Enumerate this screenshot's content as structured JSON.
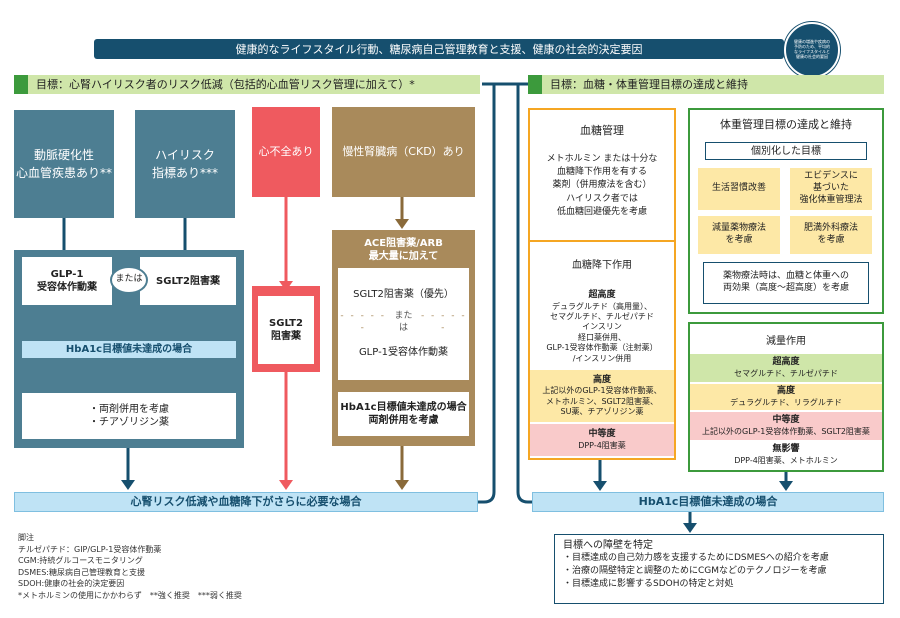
{
  "top_banner": "健康的なライフスタイル行動、糖尿病自己管理教育と支援、健康の社会的決定要因",
  "logo_text": "健康の増進や疾病の予防のため、平均的なライフスタイルと健康の社会的要因",
  "goal_left": "目標：心腎ハイリスク者のリスク低減（包括的心血管リスク管理に加えて）*",
  "goal_right": "目標：血糖・体重管理目標の達成と維持",
  "ascvd": "動脈硬化性\n心血管疾患あり**",
  "highrisk": "ハイリスク\n指標あり***",
  "hf": "心不全あり",
  "ckd": "慢性腎臓病（CKD）あり",
  "glp1": "GLP-1\n受容体作動薬",
  "or1": "または",
  "sglt2": "SGLT2阻害薬",
  "hba1c_unmet_1": "HbA1c目標値未達成の場合",
  "combo": "・両剤併用を考慮\n・チアゾリジン薬",
  "hf_sglt2": "SGLT2\n阻害薬",
  "ckd_header": "ACE阻害薬/ARB\n最大量に加えて",
  "ckd_sglt2": "SGLT2阻害薬（優先）",
  "ckd_or": "または",
  "ckd_glp1": "GLP-1受容体作動薬",
  "ckd_unmet": "HbA1c目標値未達成の場合\n両剤併用を考慮",
  "need_more": "心腎リスク低減や血糖降下がさらに必要な場合",
  "glucose_title": "血糖管理",
  "glucose_text": "メトホルミン または十分な\n血糖降下作用を有する\n薬剤（併用療法を含む）\nハイリスク者では\n低血糖回避優先を考慮",
  "glucose_effect_title": "血糖降下作用",
  "ge_very_high_label": "超高度",
  "ge_very_high_text": "デュラグルチド（高用量）、\nセマグルチド、チルゼパチド\nインスリン\n経口薬併用、\nGLP-1受容体作動薬（注射薬）\n/インスリン併用",
  "ge_high_label": "高度",
  "ge_high_text": "上記以外のGLP-1受容体作動薬、\nメトホルミン、SGLT2阻害薬、\nSU薬、チアゾリジン薬",
  "ge_mid_label": "中等度",
  "ge_mid_text": "DPP-4阻害薬",
  "weight_title": "体重管理目標の達成と維持",
  "individual_goal": "個別化した目標",
  "lifestyle": "生活習慣改善",
  "evidence": "エビデンスに\n基づいた\n強化体重管理法",
  "weight_drug": "減量薬物療法\nを考慮",
  "bariatric": "肥満外科療法\nを考慮",
  "dual_effect": "薬物療法時は、血糖と体重への\n両効果（高度〜超高度）を考慮",
  "weight_effect_title": "減量作用",
  "we_very_high_label": "超高度",
  "we_very_high_text": "セマグルチド、チルゼパチド",
  "we_high_label": "高度",
  "we_high_text": "デュラグルチド、リラグルチド",
  "we_mid_label": "中等度",
  "we_mid_text": "上記以外のGLP-1受容体作動薬、SGLT2阻害薬",
  "we_none_label": "無影響",
  "we_none_text": "DPP-4阻害薬、メトホルミン",
  "hba1c_unmet_right": "HbA1c目標値未達成の場合",
  "barrier_title": "目標への障壁を特定",
  "barrier_items": "・目標達成の自己効力感を支援するためにDSMESへの紹介を考慮\n・治療の隔壁特定と調整のためにCGMなどのテクノロジーを考慮\n・目標達成に影響するSDOHの特定と対処",
  "footnotes": "脚注\nチルゼパチド：GIP/GLP-1受容体作動薬\nCGM:持続グルコースモニタリング\nDSMES:糖尿病自己管理教育と支援\nSDOH:健康の社会的決定要因\n*メトホルミンの使用にかかわらず　**強く推奨　***弱く推奨",
  "colors": {
    "navy": "#164f6e",
    "green_bar": "#3c9a3c",
    "light_green": "#cfe6a9",
    "teal": "#4d7e92",
    "red": "#ef5a5f",
    "tan": "#a98a5b",
    "light_blue": "#bfe3f5",
    "orange": "#f5a623",
    "yellow": "#fde8a6",
    "pink": "#f9caca",
    "dark_green_border": "#3c9a3c"
  }
}
